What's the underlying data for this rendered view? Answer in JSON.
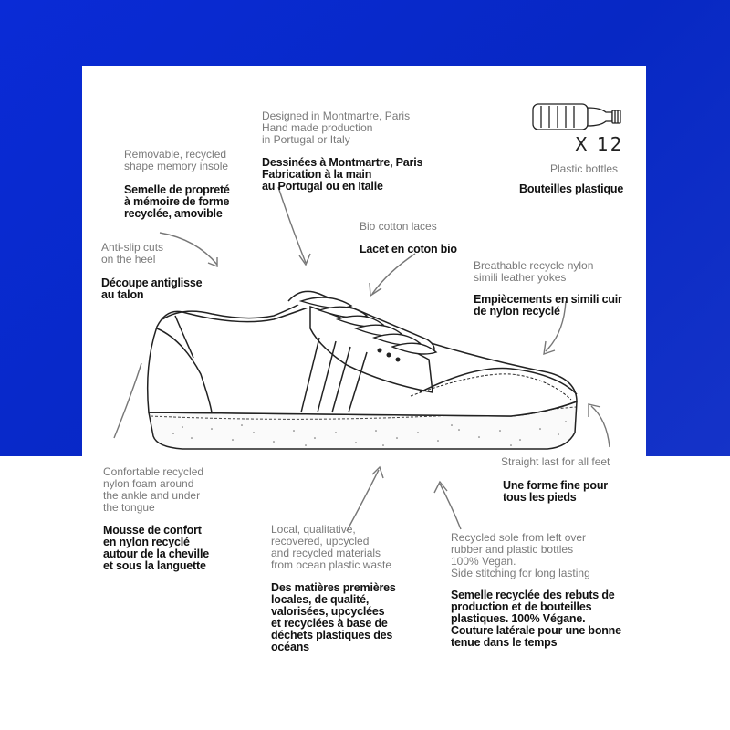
{
  "annotations": {
    "design": {
      "en": "Designed in Montmartre,  Paris\nHand made production\nin Portugal or Italy",
      "fr": "Dessinées à Montmartre, Paris\nFabrication à la main\nau Portugal ou en Italie"
    },
    "insole": {
      "en": "Removable,  recycled\nshape memory insole",
      "fr": "Semelle de propreté\nà mémoire de forme\nrecyclée, amovible"
    },
    "bottles": {
      "count": "X 12",
      "en": "Plastic bottles",
      "fr": "Bouteilles plastique"
    },
    "laces": {
      "en": "Bio cotton laces",
      "fr": "Lacet en coton bio"
    },
    "heel": {
      "en": "Anti-slip cuts\non the heel",
      "fr": "Découpe antiglisse\nau talon"
    },
    "yokes": {
      "en": "Breathable recycle nylon\nsimili leather yokes",
      "fr": "Empiècements en simili cuir\nde nylon recyclé"
    },
    "last": {
      "en": "Straight last for all feet",
      "fr": "Une forme fine pour\ntous les pieds"
    },
    "foam": {
      "en": "Confortable recycled\nnylon foam around\nthe ankle and under\nthe tongue",
      "fr": "Mousse de confort\nen nylon recyclé\nautour de la cheville\net sous la languette"
    },
    "materials": {
      "en": "Local, qualitative,\nrecovered, upcycled\nand recycled materials\nfrom ocean plastic waste",
      "fr": "Des matières premières\nlocales, de qualité,\nvalorisées, upcyclées\net recyclées à base de\ndéchets plastiques des\nocéans"
    },
    "sole": {
      "en": "Recycled sole from left over\nrubber and plastic bottles\n100% Vegan.\nSide stitching for long lasting",
      "fr": "Semelle recyclée des rebuts de\nproduction et de bouteilles\nplastiques. 100% Végane.\nCouture latérale pour une bonne\ntenue dans le temps"
    }
  },
  "colors": {
    "background_blue": "#0a2bd6",
    "english_text": "#7a7a7a",
    "french_text": "#111111"
  },
  "icons": [
    "plastic-bottle-icon",
    "sneaker-illustration",
    "arrow-icons"
  ]
}
